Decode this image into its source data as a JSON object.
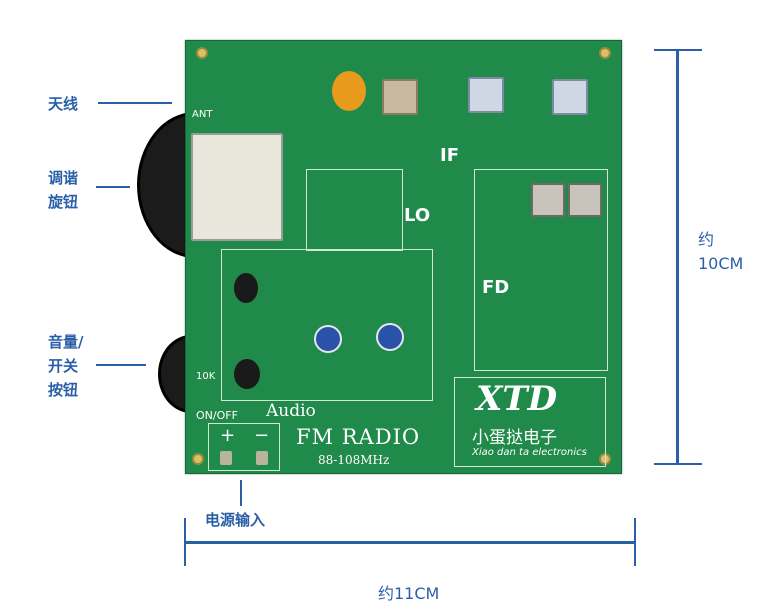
{
  "callouts": {
    "antenna": "天线",
    "tuning_line1": "调谐",
    "tuning_line2": "旋钮",
    "volume_line1": "音量/",
    "volume_line2": "开关",
    "volume_line3": "按钮",
    "power_input": "电源输入"
  },
  "dimensions": {
    "height_line1": "约",
    "height_line2": "10CM",
    "width": "约11CM"
  },
  "board": {
    "label_ant": "ANT",
    "label_if": "IF",
    "label_lo": "LO",
    "label_fd": "FD",
    "label_10k": "10K",
    "label_onoff": "ON/OFF",
    "label_audio": "Audio",
    "label_fm_radio": "FM RADIO",
    "label_freq": "88-108MHz",
    "label_plus": "+",
    "label_minus": "−",
    "logo_text": "XTD",
    "brand_cn": "小蛋挞电子",
    "brand_en": "Xiao dan ta electronics"
  },
  "colors": {
    "pcb": "#1f8a4a",
    "silkscreen": "#ffffff",
    "annotation": "#2a5fa8"
  }
}
